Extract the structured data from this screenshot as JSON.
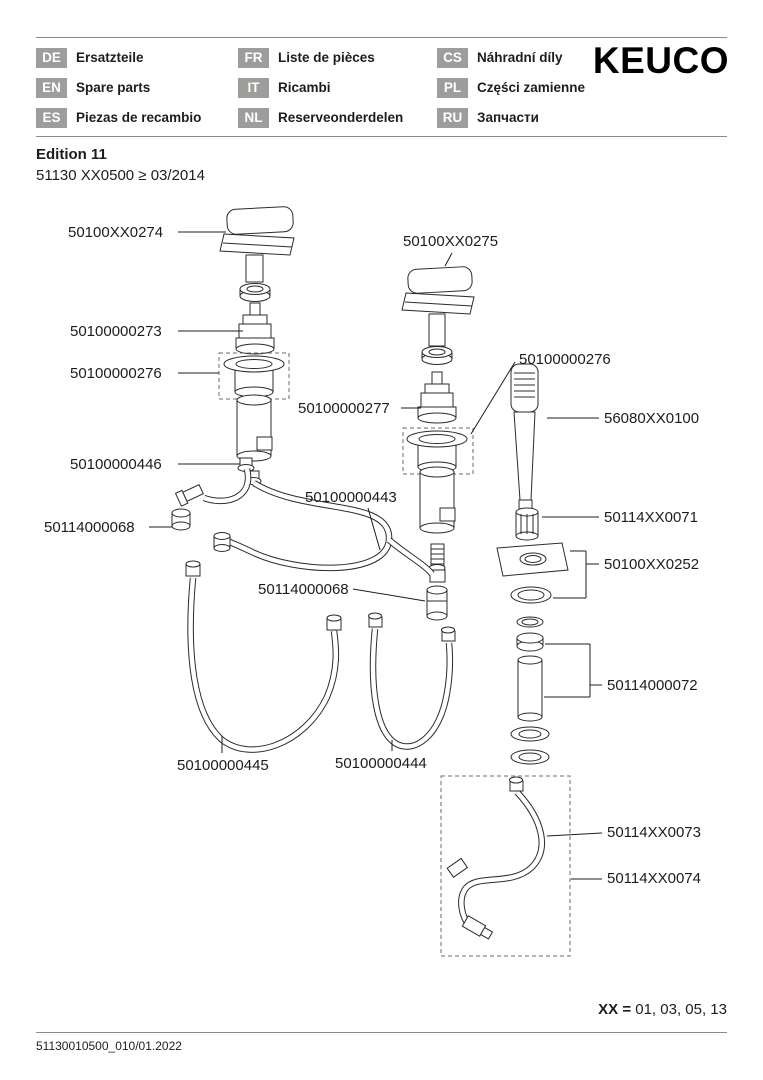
{
  "header": {
    "logo": "KEUCO",
    "languages": [
      {
        "code": "DE",
        "label": "Ersatzteile"
      },
      {
        "code": "EN",
        "label": "Spare parts"
      },
      {
        "code": "ES",
        "label": "Piezas de recambio"
      },
      {
        "code": "FR",
        "label": "Liste de pièces"
      },
      {
        "code": "IT",
        "label": "Ricambi"
      },
      {
        "code": "NL",
        "label": "Reserveonderdelen"
      },
      {
        "code": "CS",
        "label": "Náhradní díly"
      },
      {
        "code": "PL",
        "label": "Części zamienne"
      },
      {
        "code": "RU",
        "label": "Запчасти"
      }
    ]
  },
  "edition": {
    "title": "Edition 11",
    "model": "51130 XX0500 ≥ 03/2014"
  },
  "diagram": {
    "labels": [
      {
        "text": "50100XX0274"
      },
      {
        "text": "50100XX0275"
      },
      {
        "text": "50100000273"
      },
      {
        "text": "50100000276"
      },
      {
        "text": "50100000277"
      },
      {
        "text": "50100000276"
      },
      {
        "text": "56080XX0100"
      },
      {
        "text": "50100000446"
      },
      {
        "text": "50100000443"
      },
      {
        "text": "50114000068"
      },
      {
        "text": "50114XX0071"
      },
      {
        "text": "50100XX0252"
      },
      {
        "text": "50114000068"
      },
      {
        "text": "50114000072"
      },
      {
        "text": "50100000445"
      },
      {
        "text": "50100000444"
      },
      {
        "text": "50114XX0073"
      },
      {
        "text": "50114XX0074"
      }
    ]
  },
  "footer": {
    "xx_bold": "XX =",
    "xx_values": " 01, 03, 05, 13",
    "doc_number": "51130010500_010/01.2022"
  },
  "colors": {
    "badge_bg": "#9d9d9c",
    "line": "#1d1d1b"
  }
}
